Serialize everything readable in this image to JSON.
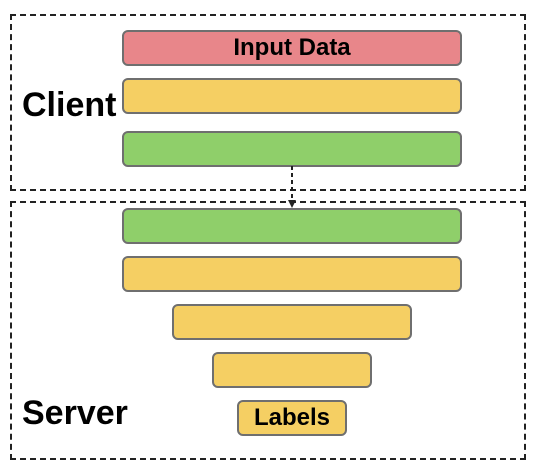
{
  "client": {
    "label": "Client",
    "layers": [
      {
        "text": "Input Data",
        "color": "#e8868a"
      },
      {
        "text": "",
        "color": "#f5cf63"
      },
      {
        "text": "",
        "color": "#8fcf6a"
      }
    ]
  },
  "server": {
    "label": "Server",
    "layers": [
      {
        "text": "",
        "color": "#8fcf6a"
      },
      {
        "text": "",
        "color": "#f5cf63"
      },
      {
        "text": "",
        "color": "#f5cf63"
      },
      {
        "text": "",
        "color": "#f5cf63"
      },
      {
        "text": "Labels",
        "color": "#f5cf63"
      }
    ]
  },
  "colors": {
    "input": "#e8868a",
    "hidden": "#f5cf63",
    "cut": "#8fcf6a",
    "border": "#6f6f6f"
  }
}
